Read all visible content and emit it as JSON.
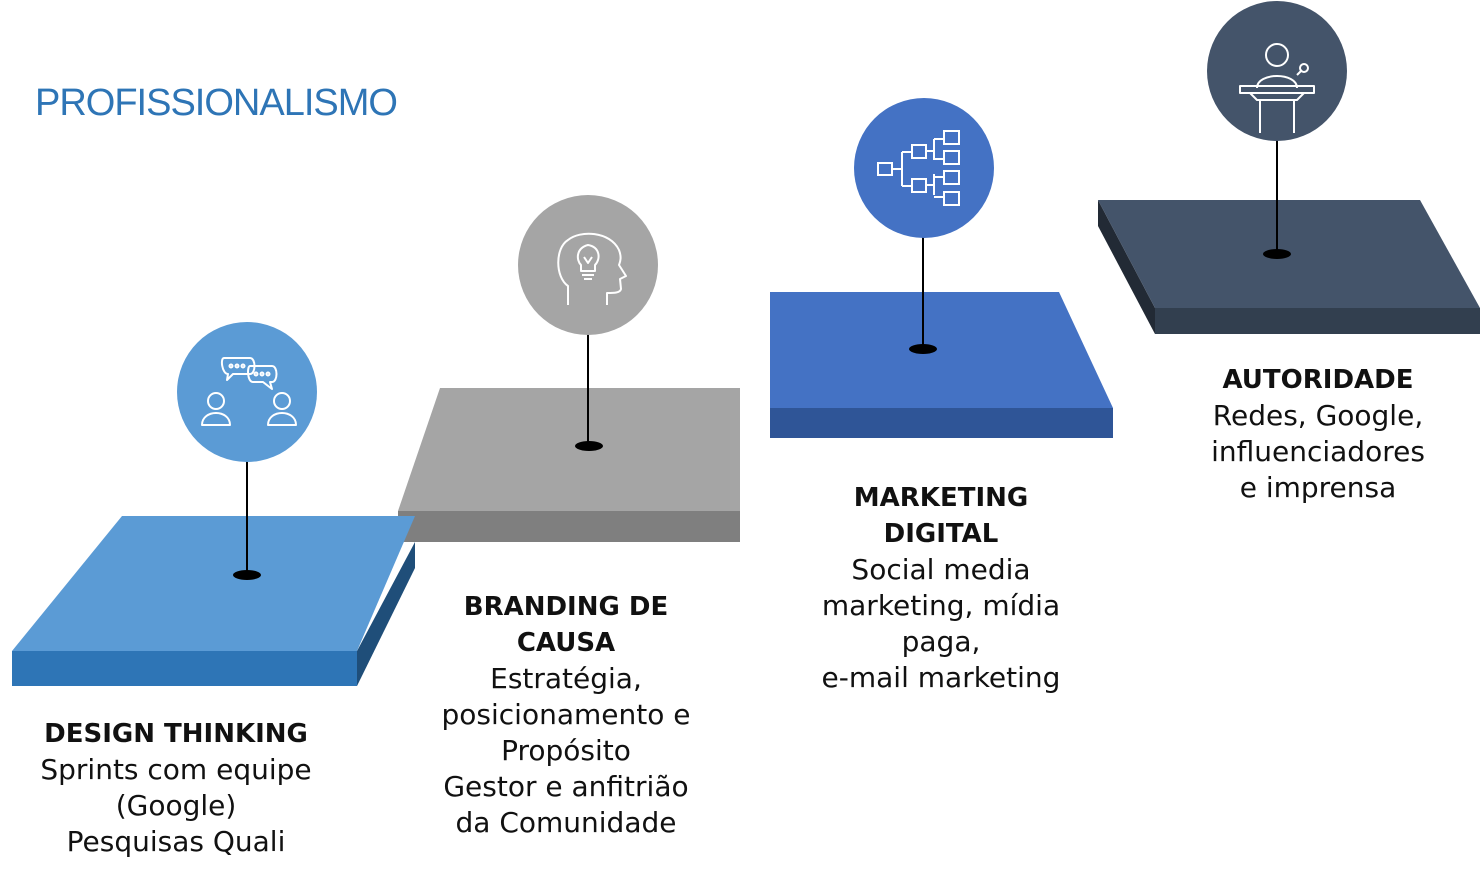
{
  "title": "PROFISSIONALISMO",
  "colors": {
    "title": "#2E75B6",
    "step1_top": "#5B9BD5",
    "step1_front": "#2E75B6",
    "step1_side": "#1F4E79",
    "step1_icon": "#5B9BD5",
    "step2_top": "#A5A5A5",
    "step2_front": "#7F7F7F",
    "step2_icon": "#A5A5A5",
    "step3_top": "#4472C4",
    "step3_front": "#2F5597",
    "step3_icon": "#4472C4",
    "step4_top": "#44546A",
    "step4_front": "#323F4F",
    "step4_side": "#222A35",
    "step4_icon": "#44546A",
    "pin": "#000000",
    "icon_stroke": "#ffffff"
  },
  "steps": [
    {
      "heading": "DESIGN THINKING",
      "lines": [
        "Sprints com equipe",
        "(Google)",
        "Pesquisas Quali"
      ],
      "icon": "conversation-icon"
    },
    {
      "heading_lines": [
        "BRANDING DE",
        "CAUSA"
      ],
      "lines": [
        "Estratégia,",
        "posicionamento e",
        "Propósito",
        "Gestor e anfitrião",
        "da Comunidade"
      ],
      "icon": "lightbulb-head-icon"
    },
    {
      "heading_lines": [
        "MARKETING",
        "DIGITAL"
      ],
      "lines": [
        "Social media",
        "marketing, mídia",
        "paga,",
        "e-mail marketing"
      ],
      "icon": "hierarchy-icon"
    },
    {
      "heading": "AUTORIDADE",
      "lines": [
        "Redes, Google,",
        "influenciadores",
        "e imprensa"
      ],
      "icon": "speaker-podium-icon"
    }
  ]
}
